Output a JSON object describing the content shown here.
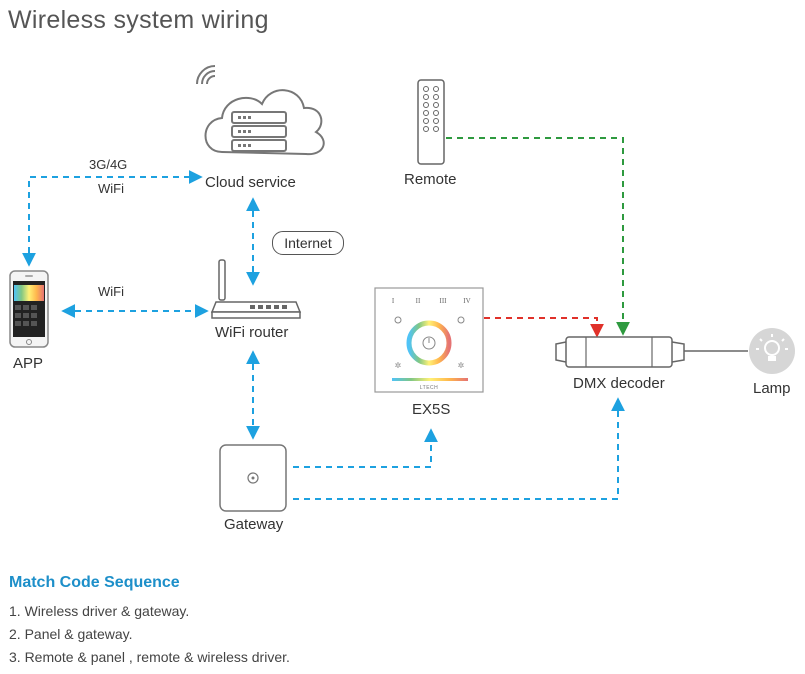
{
  "title": "Wireless system wiring",
  "nodes": {
    "cloud": "Cloud service",
    "remote": "Remote",
    "app": "APP",
    "router": "WiFi router",
    "panel": "EX5S",
    "decoder": "DMX decoder",
    "lamp": "Lamp",
    "gateway": "Gateway"
  },
  "link_labels": {
    "app_cloud_top": "3G/4G",
    "app_cloud_bottom": "WiFi",
    "app_router": "WiFi",
    "internet": "Internet"
  },
  "panel_marks": {
    "zones": [
      "I",
      "II",
      "III",
      "IV"
    ],
    "brand": "LTECH"
  },
  "colors": {
    "blue_link": "#1da1e0",
    "green_link": "#2e9a3f",
    "red_link": "#e0312a",
    "heading": "#1d8fc9"
  },
  "match_code": {
    "heading": "Match Code Sequence",
    "steps": [
      "1. Wireless driver & gateway.",
      "2. Panel & gateway.",
      "3. Remote & panel , remote & wireless driver."
    ]
  }
}
